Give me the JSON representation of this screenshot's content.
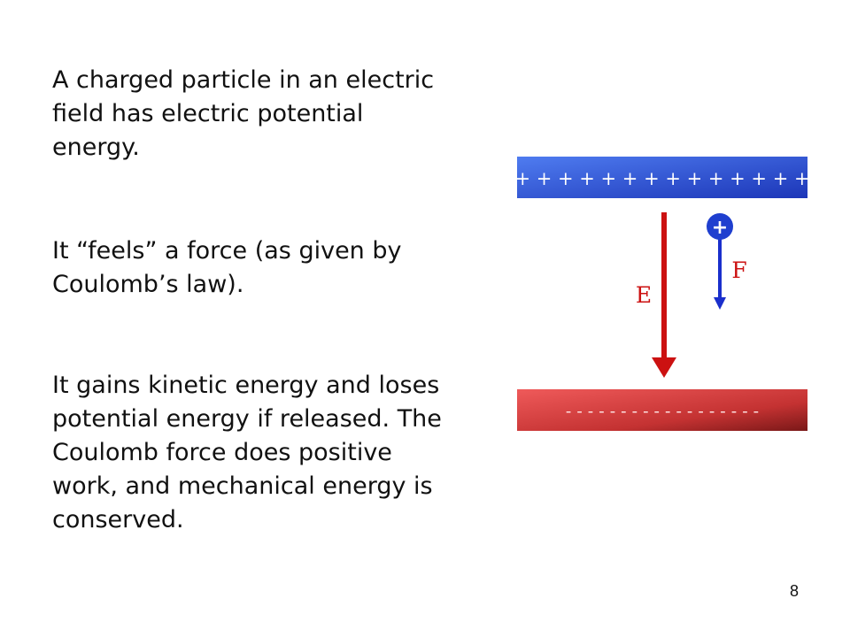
{
  "text": {
    "paragraph_1": "A charged particle in an electric\nfield has electric potential\nenergy.",
    "paragraph_2": "It “feels” a force (as given by\nCoulomb’s law).",
    "paragraph_3": "It gains kinetic energy and loses\npotential energy if released. The\nCoulomb force does positive\nwork, and mechanical energy is\nconserved."
  },
  "diagram": {
    "top_plate_charges": "+ + + + + + + + + + + + + +",
    "bottom_plate_charges": "- - - - - - - - - - - - - - - - - -",
    "particle_symbol": "+",
    "field_label": "E",
    "force_label": "F",
    "colors": {
      "top_plate": "#3a5fd9",
      "bottom_plate": "#d94040",
      "field_arrow": "#cc1111",
      "force_arrow": "#1a2fcc",
      "particle": "#1f3fcf",
      "label": "#cc1111"
    }
  },
  "footer": {
    "slide_number": "8"
  }
}
